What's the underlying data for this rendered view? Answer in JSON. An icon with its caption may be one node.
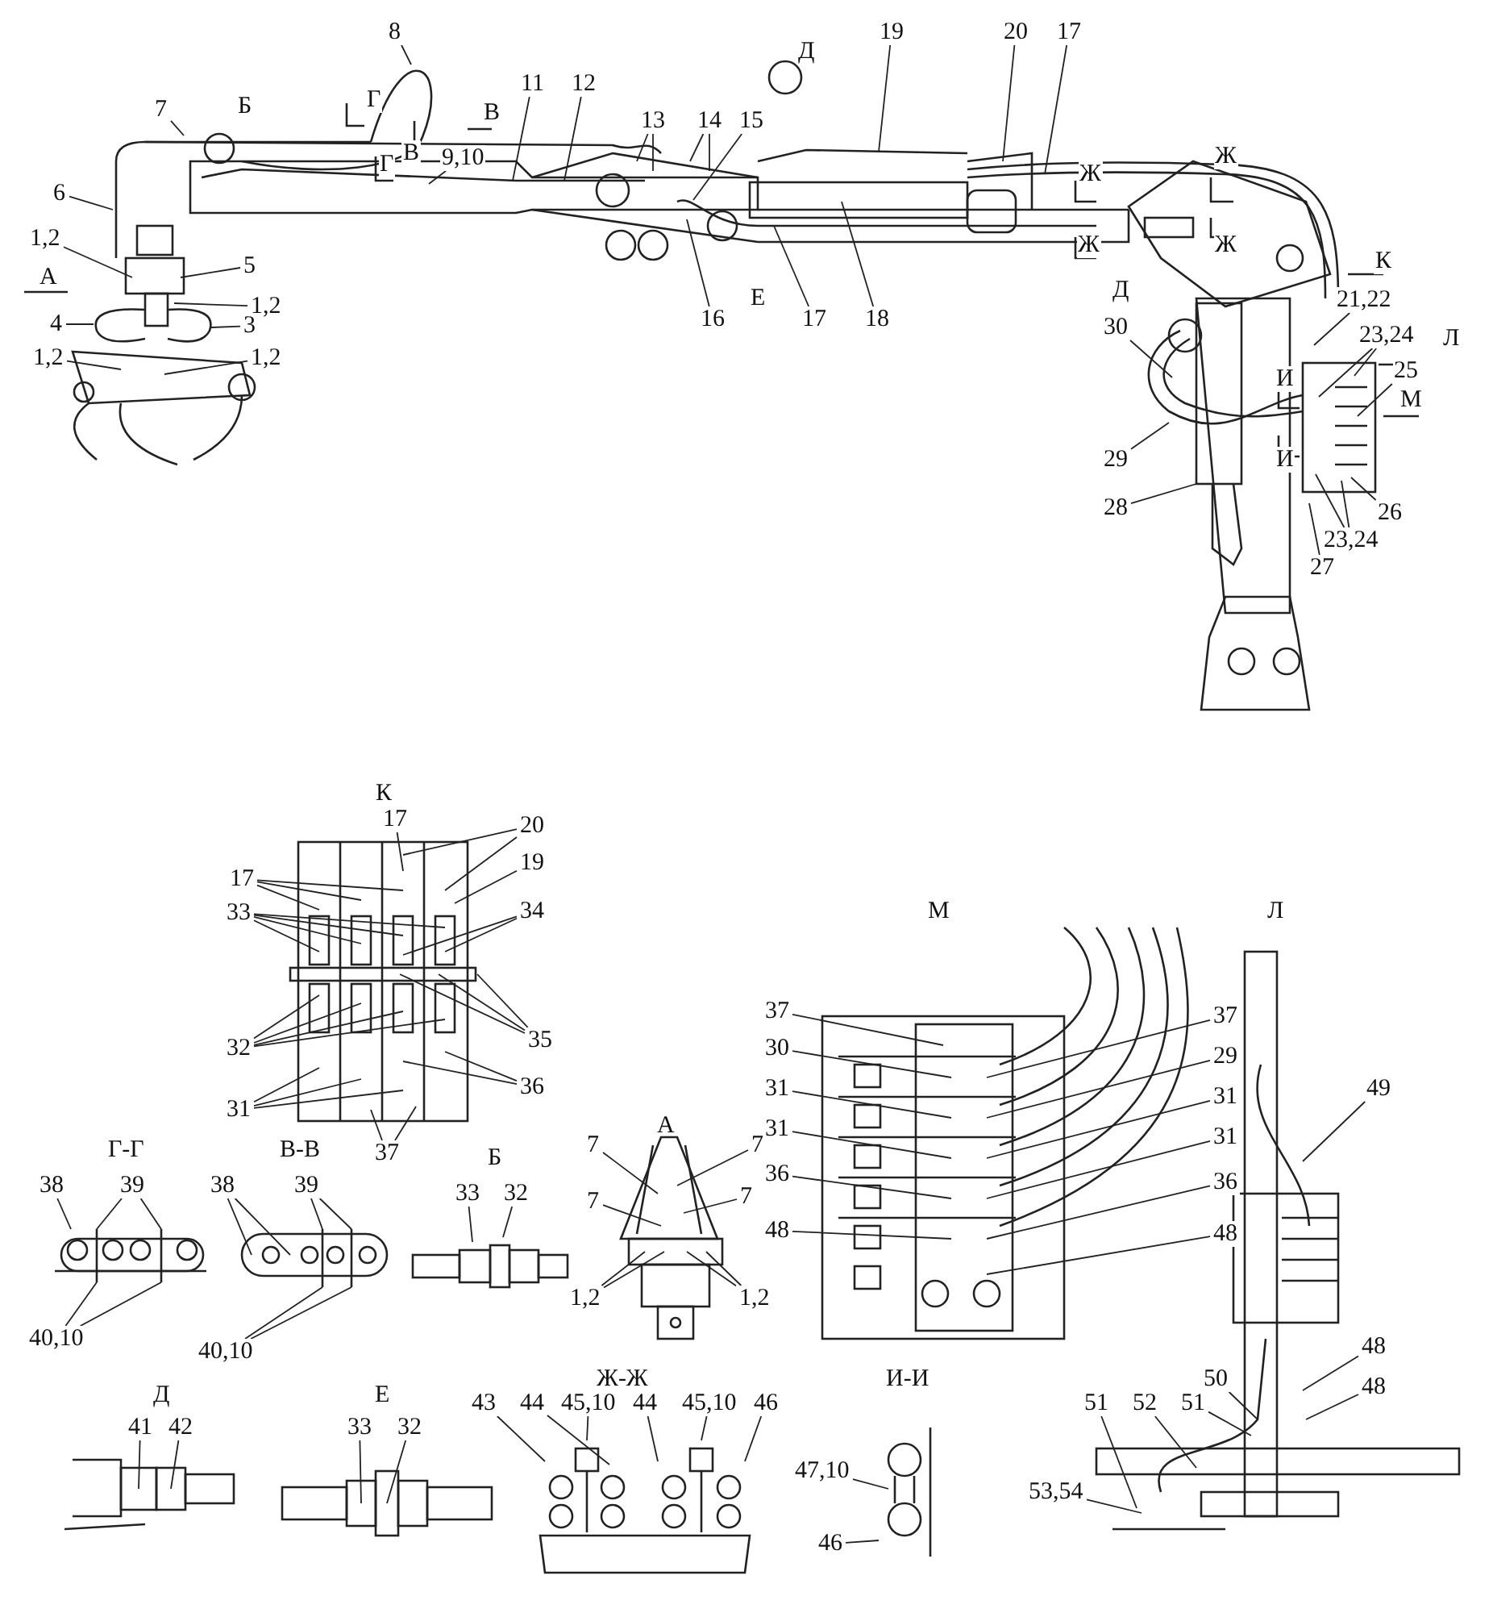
{
  "diagram": {
    "nodes": [
      {
        "text": [
          "7"
        ]
      },
      {
        "text": [
          "8"
        ]
      },
      {
        "text": [
          "9,10"
        ]
      },
      {
        "text": [
          "11"
        ]
      },
      {
        "text": [
          "12"
        ]
      },
      {
        "text": [
          "13"
        ]
      },
      {
        "text": [
          "14"
        ]
      },
      {
        "text": [
          "15"
        ]
      },
      {
        "text": [
          "16"
        ]
      },
      {
        "text": [
          "17"
        ]
      },
      {
        "text": [
          "18"
        ]
      },
      {
        "text": [
          "19"
        ]
      },
      {
        "text": [
          "20"
        ]
      },
      {
        "text": [
          "17"
        ]
      },
      {
        "text": [
          "6"
        ]
      },
      {
        "text": [
          "1,2"
        ]
      },
      {
        "text": [
          "5"
        ]
      },
      {
        "text": [
          "1,2"
        ]
      },
      {
        "text": [
          "4"
        ]
      },
      {
        "text": [
          "3"
        ]
      },
      {
        "text": [
          "1,2"
        ]
      },
      {
        "text": [
          "1,2"
        ]
      },
      {
        "text": [
          "21,22"
        ]
      },
      {
        "text": [
          "23,24"
        ]
      },
      {
        "text": [
          "25"
        ]
      },
      {
        "text": [
          "30"
        ]
      },
      {
        "text": [
          "29"
        ]
      },
      {
        "text": [
          "28"
        ]
      },
      {
        "text": [
          "26"
        ]
      },
      {
        "text": [
          "23,24"
        ]
      },
      {
        "text": [
          "27"
        ]
      },
      {
        "text": [
          "17"
        ]
      },
      {
        "text": [
          "17"
        ]
      },
      {
        "text": [
          "20"
        ]
      },
      {
        "text": [
          "19"
        ]
      },
      {
        "text": [
          "33"
        ]
      },
      {
        "text": [
          "34"
        ]
      },
      {
        "text": [
          "35"
        ]
      },
      {
        "text": [
          "32"
        ]
      },
      {
        "text": [
          "36"
        ]
      },
      {
        "text": [
          "31"
        ]
      },
      {
        "text": [
          "37"
        ]
      },
      {
        "text": [
          "38"
        ]
      },
      {
        "text": [
          "39"
        ]
      },
      {
        "text": [
          "40,10"
        ]
      },
      {
        "text": [
          "38"
        ]
      },
      {
        "text": [
          "39"
        ]
      },
      {
        "text": [
          "40,10"
        ]
      },
      {
        "text": [
          "33"
        ]
      },
      {
        "text": [
          "32"
        ]
      },
      {
        "text": [
          "7"
        ]
      },
      {
        "text": [
          "7"
        ]
      },
      {
        "text": [
          "7"
        ]
      },
      {
        "text": [
          "7"
        ]
      },
      {
        "text": [
          "1,2"
        ]
      },
      {
        "text": [
          "1,2"
        ]
      },
      {
        "text": [
          "37"
        ]
      },
      {
        "text": [
          "30"
        ]
      },
      {
        "text": [
          "31"
        ]
      },
      {
        "text": [
          "31"
        ]
      },
      {
        "text": [
          "36"
        ]
      },
      {
        "text": [
          "48"
        ]
      },
      {
        "text": [
          "37"
        ]
      },
      {
        "text": [
          "29"
        ]
      },
      {
        "text": [
          "31"
        ]
      },
      {
        "text": [
          "31"
        ]
      },
      {
        "text": [
          "36"
        ]
      },
      {
        "text": [
          "48"
        ]
      },
      {
        "text": [
          "49"
        ]
      },
      {
        "text": [
          "48"
        ]
      },
      {
        "text": [
          "48"
        ]
      },
      {
        "text": [
          "50"
        ]
      },
      {
        "text": [
          "51"
        ]
      },
      {
        "text": [
          "52"
        ]
      },
      {
        "text": [
          "51"
        ]
      },
      {
        "text": [
          "53,54"
        ]
      },
      {
        "text": [
          "41"
        ]
      },
      {
        "text": [
          "42"
        ]
      },
      {
        "text": [
          "33"
        ]
      },
      {
        "text": [
          "32"
        ]
      },
      {
        "text": [
          "43"
        ]
      },
      {
        "text": [
          "44"
        ]
      },
      {
        "text": [
          "45,10"
        ]
      },
      {
        "text": [
          "44"
        ]
      },
      {
        "text": [
          "45,10"
        ]
      },
      {
        "text": [
          "46"
        ]
      },
      {
        "text": [
          "47,10"
        ]
      },
      {
        "text": [
          "46"
        ]
      },
      {
        "text": [
          "Б"
        ]
      },
      {
        "text": [
          "Г"
        ]
      },
      {
        "text": [
          "В"
        ]
      },
      {
        "text": [
          "В"
        ]
      },
      {
        "text": [
          "Г"
        ]
      },
      {
        "text": [
          "Д"
        ]
      },
      {
        "text": [
          "Ж"
        ]
      },
      {
        "text": [
          "Ж"
        ]
      },
      {
        "text": [
          "Ж"
        ]
      },
      {
        "text": [
          "Ж"
        ]
      },
      {
        "text": [
          "Е"
        ]
      },
      {
        "text": [
          "А"
        ]
      },
      {
        "text": [
          "К"
        ]
      },
      {
        "text": [
          "Д"
        ]
      },
      {
        "text": [
          "Л"
        ]
      },
      {
        "text": [
          "И"
        ]
      },
      {
        "text": [
          "М"
        ]
      },
      {
        "text": [
          "И"
        ]
      }
    ],
    "edges": [
      {
        "from": 0,
        "to": null,
        "arrow": "none"
      },
      {
        "from": 1,
        "to": null,
        "arrow": "none"
      },
      {
        "from": 2,
        "to": null,
        "arrow": "none"
      },
      {
        "from": 3,
        "to": null,
        "arrow": "none"
      },
      {
        "from": 4,
        "to": null,
        "arrow": "none"
      },
      {
        "from": 5,
        "to": null,
        "arrow": "none"
      },
      {
        "from": 5,
        "to": null,
        "arrow": "none"
      },
      {
        "from": 6,
        "to": null,
        "arrow": "none"
      },
      {
        "from": 6,
        "to": null,
        "arrow": "none"
      },
      {
        "from": 7,
        "to": null,
        "arrow": "none"
      },
      {
        "from": 8,
        "to": null,
        "arrow": "none"
      },
      {
        "from": 9,
        "to": null,
        "arrow": "none"
      },
      {
        "from": 10,
        "to": null,
        "arrow": "none"
      },
      {
        "from": 11,
        "to": null,
        "arrow": "none"
      },
      {
        "from": 12,
        "to": null,
        "arrow": "none"
      },
      {
        "from": 13,
        "to": null,
        "arrow": "none"
      },
      {
        "from": 14,
        "to": null,
        "arrow": "none"
      },
      {
        "from": 15,
        "to": null,
        "arrow": "none"
      },
      {
        "from": 16,
        "to": null,
        "arrow": "none"
      },
      {
        "from": 17,
        "to": null,
        "arrow": "none"
      },
      {
        "from": 18,
        "to": null,
        "arrow": "none"
      },
      {
        "from": 19,
        "to": null,
        "arrow": "none"
      },
      {
        "from": 20,
        "to": null,
        "arrow": "none"
      },
      {
        "from": 21,
        "to": null,
        "arrow": "none"
      },
      {
        "from": 22,
        "to": null,
        "arrow": "none"
      },
      {
        "from": 23,
        "to": null,
        "arrow": "none"
      },
      {
        "from": 23,
        "to": null,
        "arrow": "none"
      },
      {
        "from": 24,
        "to": null,
        "arrow": "none"
      },
      {
        "from": 25,
        "to": null,
        "arrow": "none"
      },
      {
        "from": 26,
        "to": null,
        "arrow": "none"
      },
      {
        "from": 27,
        "to": null,
        "arrow": "none"
      },
      {
        "from": 28,
        "to": null,
        "arrow": "none"
      },
      {
        "from": 29,
        "to": null,
        "arrow": "none"
      },
      {
        "from": 29,
        "to": null,
        "arrow": "none"
      },
      {
        "from": 30,
        "to": null,
        "arrow": "none"
      },
      {
        "from": 31,
        "to": null,
        "arrow": "none"
      },
      {
        "from": 31,
        "to": null,
        "arrow": "none"
      },
      {
        "from": 31,
        "to": null,
        "arrow": "none"
      },
      {
        "from": 32,
        "to": null,
        "arrow": "none"
      },
      {
        "from": 33,
        "to": null,
        "arrow": "none"
      },
      {
        "from": 33,
        "to": null,
        "arrow": "none"
      },
      {
        "from": 34,
        "to": null,
        "arrow": "none"
      },
      {
        "from": 35,
        "to": null,
        "arrow": "none"
      },
      {
        "from": 35,
        "to": null,
        "arrow": "none"
      },
      {
        "from": 35,
        "to": null,
        "arrow": "none"
      },
      {
        "from": 35,
        "to": null,
        "arrow": "none"
      },
      {
        "from": 36,
        "to": null,
        "arrow": "none"
      },
      {
        "from": 36,
        "to": null,
        "arrow": "none"
      },
      {
        "from": 37,
        "to": null,
        "arrow": "none"
      },
      {
        "from": 37,
        "to": null,
        "arrow": "none"
      },
      {
        "from": 37,
        "to": null,
        "arrow": "none"
      },
      {
        "from": 38,
        "to": null,
        "arrow": "none"
      },
      {
        "from": 38,
        "to": null,
        "arrow": "none"
      },
      {
        "from": 38,
        "to": null,
        "arrow": "none"
      },
      {
        "from": 38,
        "to": null,
        "arrow": "none"
      },
      {
        "from": 39,
        "to": null,
        "arrow": "none"
      },
      {
        "from": 39,
        "to": null,
        "arrow": "none"
      },
      {
        "from": 40,
        "to": null,
        "arrow": "none"
      },
      {
        "from": 40,
        "to": null,
        "arrow": "none"
      },
      {
        "from": 40,
        "to": null,
        "arrow": "none"
      },
      {
        "from": 41,
        "to": null,
        "arrow": "none"
      },
      {
        "from": 41,
        "to": null,
        "arrow": "none"
      },
      {
        "from": 42,
        "to": null,
        "arrow": "none"
      },
      {
        "from": 43,
        "to": null,
        "arrow": "none"
      },
      {
        "from": 43,
        "to": null,
        "arrow": "none"
      },
      {
        "from": 44,
        "to": null,
        "arrow": "none"
      },
      {
        "from": 44,
        "to": null,
        "arrow": "none"
      },
      {
        "from": 45,
        "to": null,
        "arrow": "none"
      },
      {
        "from": 45,
        "to": null,
        "arrow": "none"
      },
      {
        "from": 46,
        "to": null,
        "arrow": "none"
      },
      {
        "from": 46,
        "to": null,
        "arrow": "none"
      },
      {
        "from": 47,
        "to": null,
        "arrow": "none"
      },
      {
        "from": 47,
        "to": null,
        "arrow": "none"
      },
      {
        "from": 48,
        "to": null,
        "arrow": "none"
      },
      {
        "from": 49,
        "to": null,
        "arrow": "none"
      },
      {
        "from": 50,
        "to": null,
        "arrow": "none"
      },
      {
        "from": 51,
        "to": null,
        "arrow": "none"
      },
      {
        "from": 52,
        "to": null,
        "arrow": "none"
      },
      {
        "from": 53,
        "to": null,
        "arrow": "none"
      },
      {
        "from": 54,
        "to": null,
        "arrow": "none"
      },
      {
        "from": 54,
        "to": null,
        "arrow": "none"
      },
      {
        "from": 55,
        "to": null,
        "arrow": "none"
      },
      {
        "from": 55,
        "to": null,
        "arrow": "none"
      },
      {
        "from": 56,
        "to": null,
        "arrow": "none"
      },
      {
        "from": 57,
        "to": null,
        "arrow": "none"
      },
      {
        "from": 58,
        "to": null,
        "arrow": "none"
      },
      {
        "from": 59,
        "to": null,
        "arrow": "none"
      },
      {
        "from": 60,
        "to": null,
        "arrow": "none"
      },
      {
        "from": 61,
        "to": null,
        "arrow": "none"
      },
      {
        "from": 62,
        "to": null,
        "arrow": "none"
      },
      {
        "from": 63,
        "to": null,
        "arrow": "none"
      },
      {
        "from": 64,
        "to": null,
        "arrow": "none"
      },
      {
        "from": 65,
        "to": null,
        "arrow": "none"
      },
      {
        "from": 66,
        "to": null,
        "arrow": "none"
      },
      {
        "from": 67,
        "to": null,
        "arrow": "none"
      },
      {
        "from": 68,
        "to": null,
        "arrow": "none"
      },
      {
        "from": 69,
        "to": null,
        "arrow": "none"
      },
      {
        "from": 70,
        "to": null,
        "arrow": "none"
      },
      {
        "from": 71,
        "to": null,
        "arrow": "none"
      },
      {
        "from": 72,
        "to": null,
        "arrow": "none"
      },
      {
        "from": 73,
        "to": null,
        "arrow": "none"
      },
      {
        "from": 74,
        "to": null,
        "arrow": "none"
      },
      {
        "from": 75,
        "to": null,
        "arrow": "none"
      },
      {
        "from": 76,
        "to": null,
        "arrow": "none"
      },
      {
        "from": 77,
        "to": null,
        "arrow": "none"
      },
      {
        "from": 78,
        "to": null,
        "arrow": "none"
      },
      {
        "from": 79,
        "to": null,
        "arrow": "none"
      },
      {
        "from": 80,
        "to": null,
        "arrow": "none"
      },
      {
        "from": 81,
        "to": null,
        "arrow": "none"
      },
      {
        "from": 82,
        "to": null,
        "arrow": "none"
      },
      {
        "from": 83,
        "to": null,
        "arrow": "none"
      },
      {
        "from": 84,
        "to": null,
        "arrow": "none"
      },
      {
        "from": 85,
        "to": null,
        "arrow": "none"
      },
      {
        "from": 86,
        "to": null,
        "arrow": "none"
      },
      {
        "from": 87,
        "to": null,
        "arrow": "none"
      }
    ],
    "labels": [
      "К",
      "М",
      "Л",
      "Г-Г",
      "В-В",
      "Б",
      "А",
      "Д",
      "Е",
      "Ж-Ж",
      "И-И"
    ]
  }
}
